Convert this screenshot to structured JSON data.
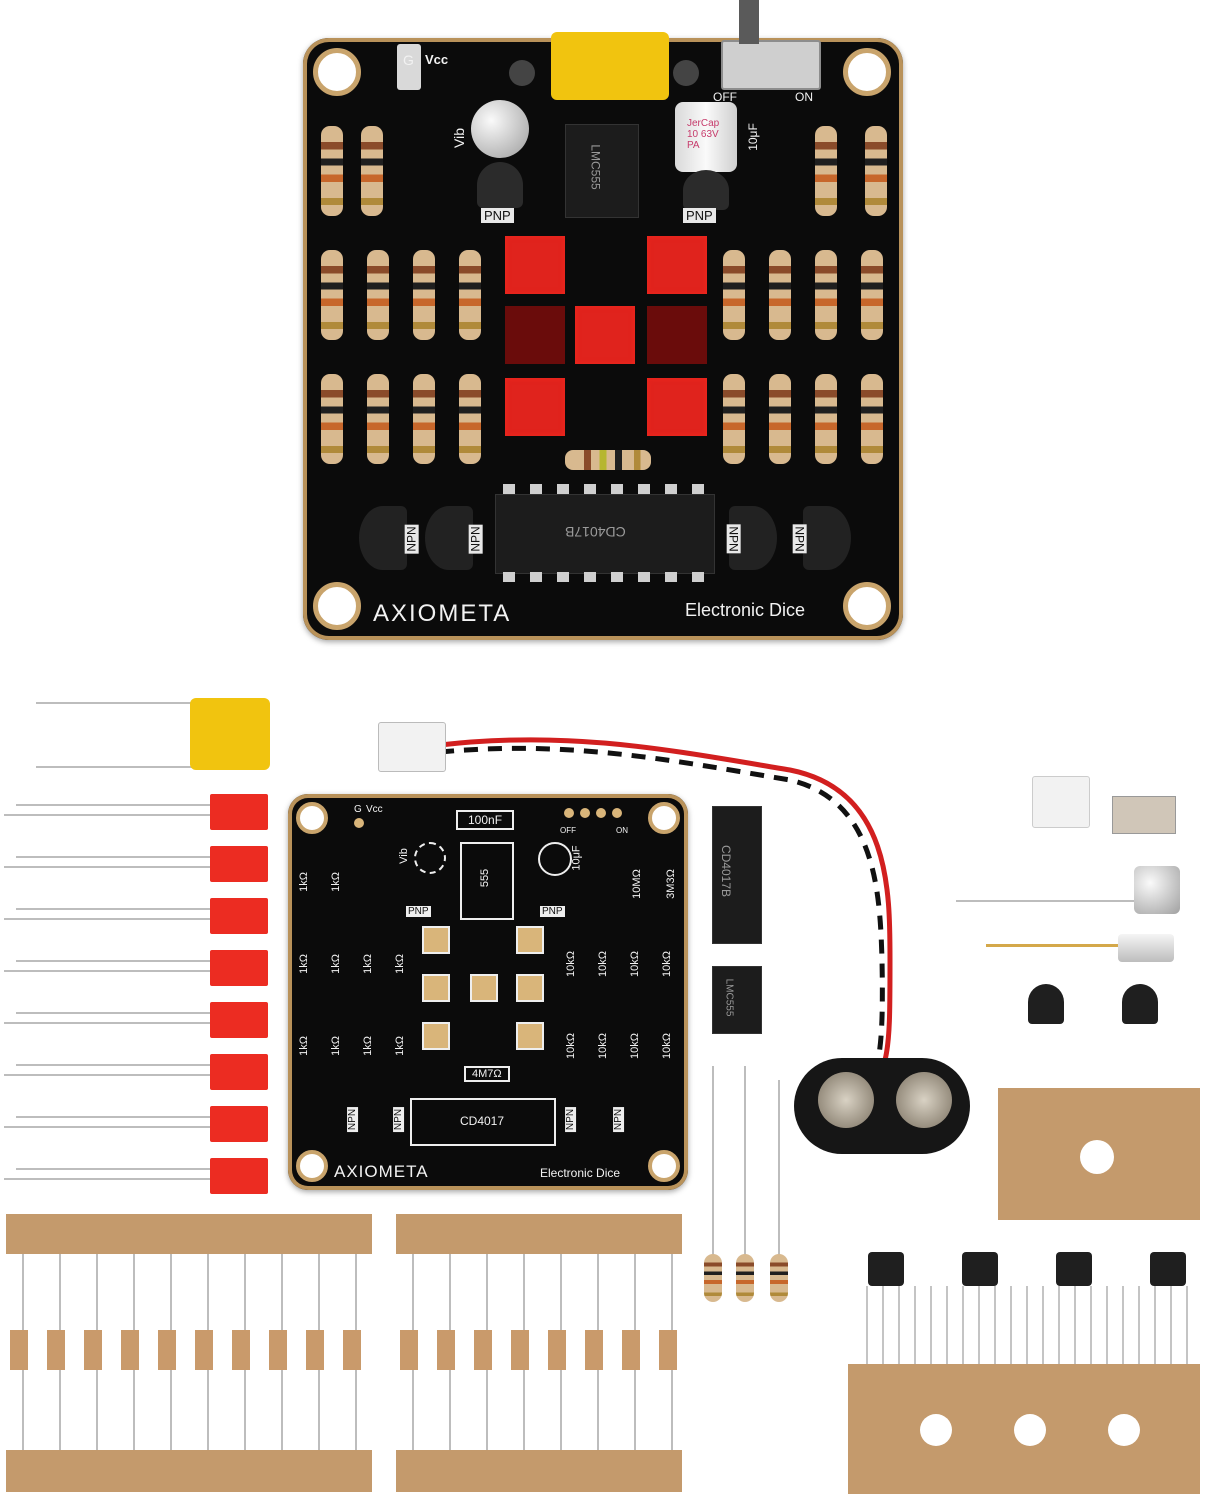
{
  "brand": "AXIOMETA",
  "product": "Electronic Dice",
  "top_board": {
    "gnd_label": "G",
    "vcc_label": "Vcc",
    "vib_label": "Vib",
    "pnp_label": "PNP",
    "npn_label": "NPN",
    "switch_off": "OFF",
    "switch_on": "ON",
    "cap_label": "10μF",
    "cap_text": "JerCap 10 63V PA",
    "chip_555": "LMC555",
    "chip_4017": "CD4017B"
  },
  "bare_board": {
    "gnd_label": "G",
    "vcc_label": "Vcc",
    "vib_label": "Vib",
    "pnp_label": "PNP",
    "npn_label": "NPN",
    "cap_100nf": "100nF",
    "cap_10uf": "10μF",
    "ic_555": "555",
    "ic_4017": "CD4017",
    "r_1k": "1kΩ",
    "r_10k": "10kΩ",
    "r_10m": "10MΩ",
    "r_3m3": "3M3Ω",
    "r_4m7": "4M7Ω",
    "switch_off": "OFF",
    "switch_on": "ON"
  },
  "loose_parts": {
    "ic_4017_text": "CD4017B",
    "ic_555_text": "LMC555"
  }
}
